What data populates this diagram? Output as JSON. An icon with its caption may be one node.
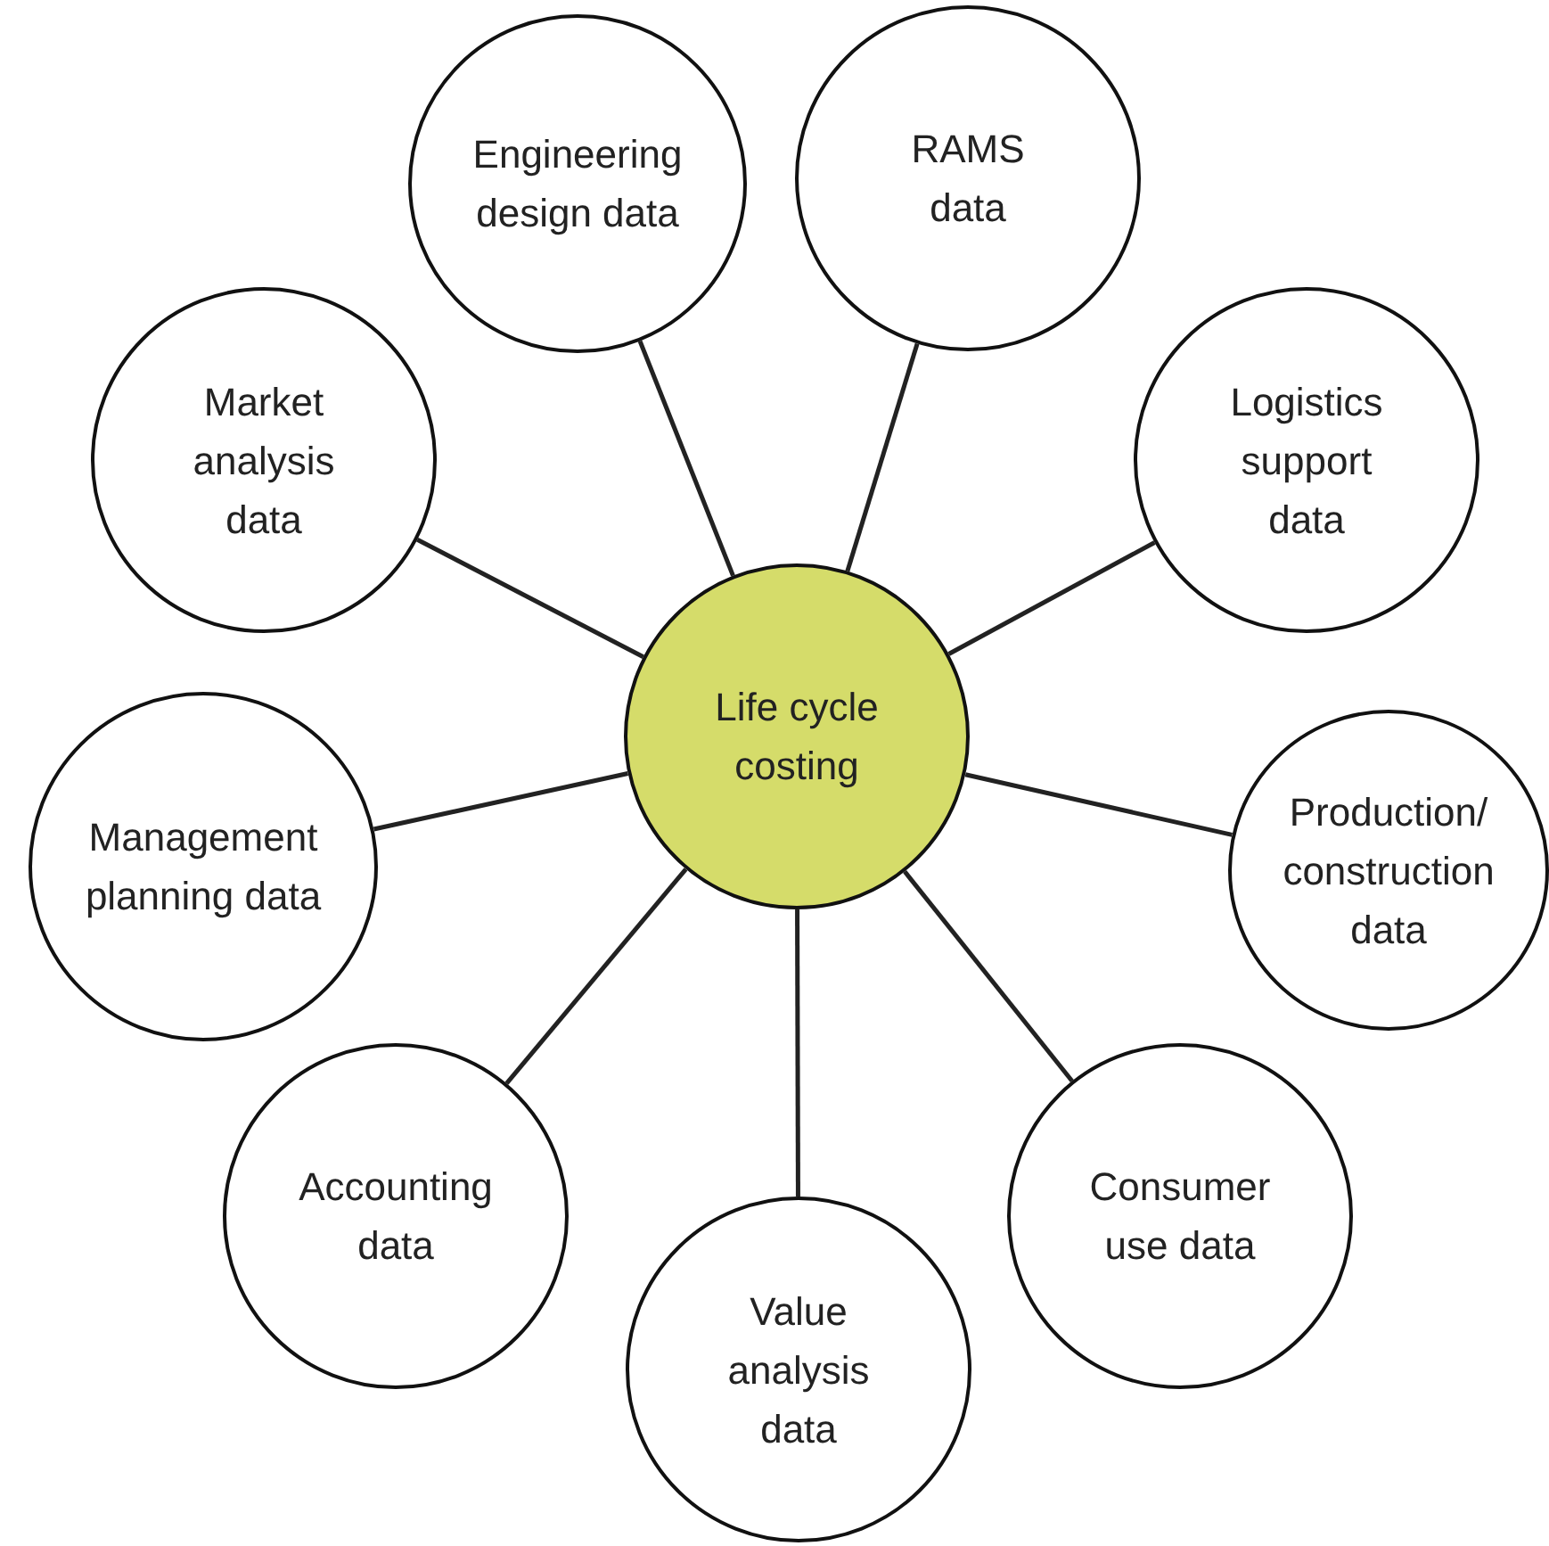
{
  "diagram": {
    "nodes": [
      {
        "text": [
          "Life cycle costing"
        ]
      },
      {
        "text": [
          "Engineering design data"
        ]
      },
      {
        "text": [
          "RAMS data"
        ]
      },
      {
        "text": [
          "Market analysis data"
        ]
      },
      {
        "text": [
          "Logistics support data"
        ]
      },
      {
        "text": [
          "Management planning data"
        ]
      },
      {
        "text": [
          "Production/ construction data"
        ]
      },
      {
        "text": [
          "Accounting data"
        ]
      },
      {
        "text": [
          "Consumer use data"
        ]
      },
      {
        "text": [
          "Value analysis data"
        ]
      }
    ],
    "edges": [
      {
        "from": 0,
        "to": 1,
        "arrow": "none"
      },
      {
        "from": 0,
        "to": 2,
        "arrow": "none"
      },
      {
        "from": 0,
        "to": 3,
        "arrow": "none"
      },
      {
        "from": 0,
        "to": 4,
        "arrow": "none"
      },
      {
        "from": 0,
        "to": 5,
        "arrow": "none"
      },
      {
        "from": 0,
        "to": 6,
        "arrow": "none"
      },
      {
        "from": 0,
        "to": 7,
        "arrow": "none"
      },
      {
        "from": 0,
        "to": 8,
        "arrow": "none"
      },
      {
        "from": 0,
        "to": 9,
        "arrow": "none"
      }
    ]
  }
}
